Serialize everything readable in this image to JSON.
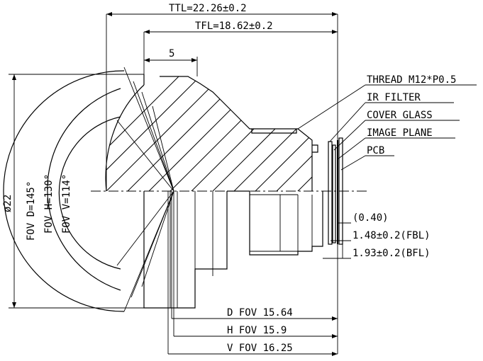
{
  "dimensions": {
    "ttl": "TTL=22.26±0.2",
    "tfl": "TFL=18.62±0.2",
    "step": "5",
    "diameter": "ø22",
    "gap": "(0.40)",
    "fbl": "1.48±0.2(FBL)",
    "bfl": "1.93±0.2(BFL)",
    "d_fov_dist": "D FOV 15.64",
    "h_fov_dist": "H FOV 15.9",
    "v_fov_dist": "V FOV 16.25"
  },
  "fov_labels": {
    "d": "FOV D=145°",
    "h": "FOV H=130°",
    "v": "FOV V=114°"
  },
  "callouts": [
    "THREAD M12*P0.5",
    "IR FILTER",
    "COVER GLASS",
    "IMAGE PLANE",
    "PCB"
  ]
}
